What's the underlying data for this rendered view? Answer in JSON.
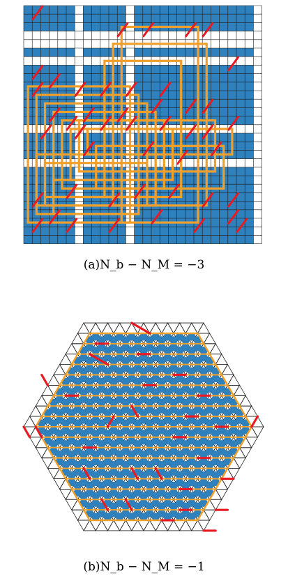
{
  "colors": {
    "tile_blue": "#2f81bd",
    "grid_line": "#1a1a1a",
    "loop_orange": "#f0a02a",
    "dimer_red": "#e81b23",
    "background": "#ffffff"
  },
  "captions": {
    "a": "(a)N_b − N_M = −3",
    "b": "(b)N_b − N_M = −1"
  },
  "panel_a": {
    "lattice": "square",
    "columns": 28,
    "rows": 28,
    "blank_columns": [
      6,
      12
    ],
    "blank_rows": [
      3,
      4,
      6,
      14,
      18
    ]
  },
  "panel_b": {
    "lattice": "triangular",
    "hex_radius": 10
  }
}
